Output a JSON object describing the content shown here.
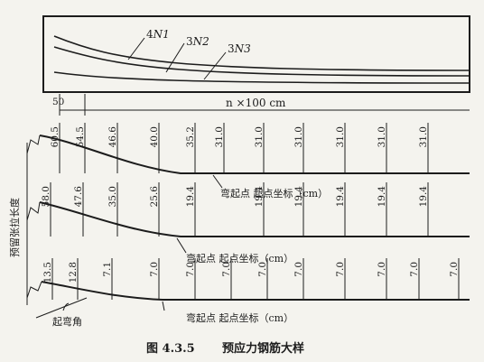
{
  "plan_view": {
    "tendon_labels": [
      {
        "id": "n1",
        "num": "4",
        "name": "N1"
      },
      {
        "id": "n2",
        "num": "3",
        "name": "N2"
      },
      {
        "id": "n3",
        "num": "3",
        "name": "N3"
      }
    ]
  },
  "dims": {
    "left_50": "50",
    "pitch": "n ×100 cm"
  },
  "tendon_N1": {
    "values": [
      "60.5",
      "54.5",
      "46.6",
      "40.0",
      "35.2",
      "31.0",
      "31.0",
      "31.0",
      "31.0",
      "31.0",
      "31.0"
    ],
    "annotation": "弯起点 起点坐标（cm）"
  },
  "tendon_N2": {
    "values": [
      "58.0",
      "47.6",
      "35.0",
      "25.6",
      "19.4",
      "19.4",
      "19.4",
      "19.4",
      "19.4",
      "19.4"
    ],
    "annotation": "弯起点 起点坐标（cm）"
  },
  "tendon_N3": {
    "values": [
      "13.5",
      "12.8",
      "7.1",
      "7.0",
      "7.0",
      "7.0",
      "7.0",
      "7.0",
      "7.0",
      "7.0",
      "7.0",
      "7.0"
    ],
    "annotation": "弯起点    起点坐标（cm）"
  },
  "side_label": "预留张拉长度",
  "angle_label": "起弯角",
  "caption": {
    "number": "图 4.3.5",
    "title": "预应力钢筋大样"
  }
}
